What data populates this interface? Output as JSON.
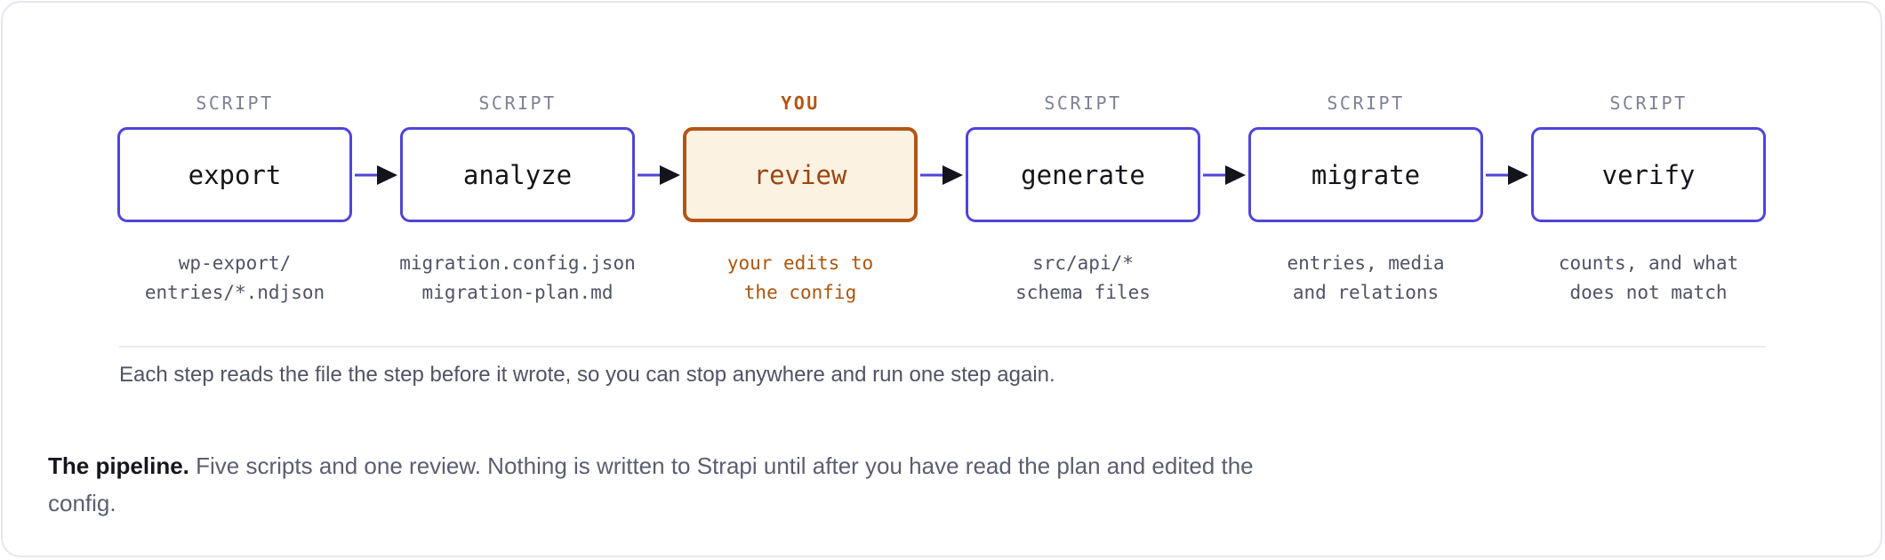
{
  "pipeline": {
    "stages": [
      {
        "kicker": "SCRIPT",
        "name": "export",
        "output": [
          "wp-export/",
          "entries/*.ndjson"
        ]
      },
      {
        "kicker": "SCRIPT",
        "name": "analyze",
        "output": [
          "migration.config.json",
          "migration-plan.md"
        ]
      },
      {
        "kicker": "YOU",
        "name": "review",
        "output": [
          "your edits to",
          "the config"
        ],
        "highlight": true
      },
      {
        "kicker": "SCRIPT",
        "name": "generate",
        "output": [
          "src/api/*",
          "schema files"
        ]
      },
      {
        "kicker": "SCRIPT",
        "name": "migrate",
        "output": [
          "entries, media",
          "and relations"
        ]
      },
      {
        "kicker": "SCRIPT",
        "name": "verify",
        "output": [
          "counts, and what",
          "does not match"
        ]
      }
    ],
    "note": "Each step reads the file the step before it wrote, so you can stop anywhere and run one step again."
  },
  "caption": {
    "lead": "The pipeline.",
    "text": " Five scripts and one review. Nothing is written to Strapi until after you have read the plan and edited the config."
  },
  "colors": {
    "script_border": "#4f45d8",
    "review_border": "#b35514",
    "review_fill": "#fcf2e2",
    "arrow_head": "#14151c"
  }
}
